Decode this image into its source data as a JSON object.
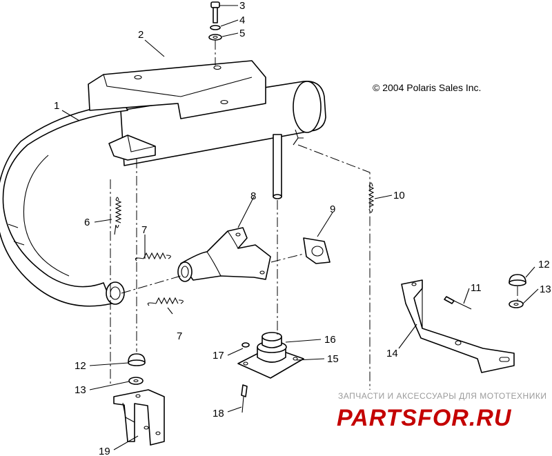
{
  "diagram": {
    "copyright": "© 2004 Polaris Sales Inc.",
    "callouts": {
      "c1": "1",
      "c2": "2",
      "c3": "3",
      "c4": "4",
      "c5": "5",
      "c6": "6",
      "c7a": "7",
      "c7b": "7",
      "c8": "8",
      "c9": "9",
      "c10": "10",
      "c11": "11",
      "c12a": "12",
      "c12b": "12",
      "c13a": "13",
      "c13b": "13",
      "c14": "14",
      "c15": "15",
      "c16": "16",
      "c17": "17",
      "c18": "18",
      "c19": "19"
    }
  },
  "watermark": {
    "tagline": "ЗАПЧАСТИ И АКСЕССУАРЫ ДЛЯ МОТОТЕХНИКИ",
    "brand": "PARTSFOR.RU",
    "brand_color": "#c40000"
  }
}
